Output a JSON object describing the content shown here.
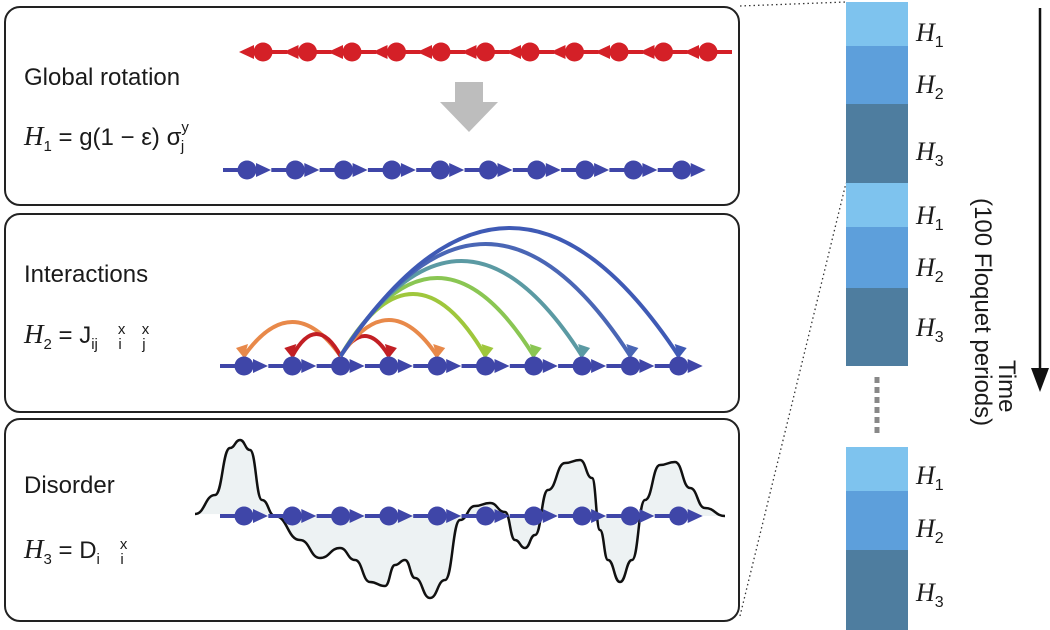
{
  "panels": {
    "rotation": {
      "title": "Global rotation",
      "eq": {
        "H": "H",
        "sub": "1",
        "rest": " = g(1 − ε) σ",
        "sup": "y",
        "sub2": "j"
      }
    },
    "interactions": {
      "title": "Interactions",
      "eq": {
        "H": "H",
        "sub": "2",
        "rest": " = J",
        "sub_ij": "ij",
        "sup1": "x",
        "sub_i": "i",
        "sup2": "x",
        "sub_j": "j"
      }
    },
    "disorder": {
      "title": "Disorder",
      "eq": {
        "H": "H",
        "sub": "3",
        "rest": " = D",
        "sub_i": "i",
        "sup": "x",
        "sub_i2": "i"
      }
    }
  },
  "timeline": {
    "labels": [
      {
        "H": "H",
        "sub": "1"
      },
      {
        "H": "H",
        "sub": "2"
      },
      {
        "H": "H",
        "sub": "3"
      },
      {
        "H": "H",
        "sub": "1"
      },
      {
        "H": "H",
        "sub": "2"
      },
      {
        "H": "H",
        "sub": "3"
      },
      {
        "H": "H",
        "sub": "1"
      },
      {
        "H": "H",
        "sub": "2"
      },
      {
        "H": "H",
        "sub": "3"
      }
    ],
    "colors": {
      "h1": "#7ec3ee",
      "h2": "#5d9fdb",
      "h3": "#4e7d9f"
    },
    "time_label": "Time",
    "period_label": "(100 Floquet periods)"
  },
  "colors": {
    "spin_red": "#d42027",
    "spin_blue": "#3f46a8",
    "arrow_grey": "#bdbdbd",
    "disorder_fill": "#edf2f3"
  },
  "interaction_colors": [
    "#e8894a",
    "#c21f24",
    "#c21f24",
    "#e8894a",
    "#9fc73c",
    "#8ac653",
    "#5b9aa3",
    "#4a66b5",
    "#3f5ab5"
  ]
}
